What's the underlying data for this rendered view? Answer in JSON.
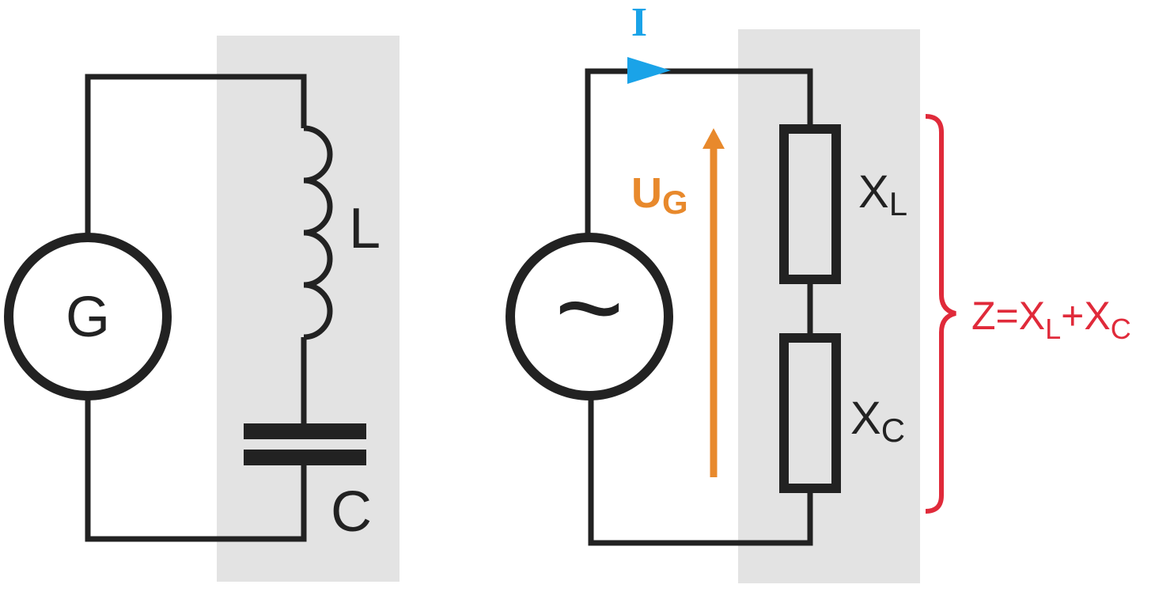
{
  "colors": {
    "wire": "#222222",
    "shade": "#e3e3e3",
    "current": "#1aa3e8",
    "voltage": "#e8892c",
    "impedance": "#e02a3a"
  },
  "left_circuit": {
    "generator_symbol": "G",
    "inductor_label": "L",
    "capacitor_label": "C"
  },
  "right_circuit": {
    "current_label": "I",
    "voltage_label": {
      "main": "U",
      "sub": "G"
    },
    "xl_label": {
      "main": "X",
      "sub": "L"
    },
    "xc_label": {
      "main": "X",
      "sub": "C"
    },
    "source_symbol": "~",
    "impedance_formula": {
      "lhs": "Z",
      "eq": "=",
      "t1_main": "X",
      "t1_sub": "L",
      "plus": "+",
      "t2_main": "X",
      "t2_sub": "C"
    }
  }
}
